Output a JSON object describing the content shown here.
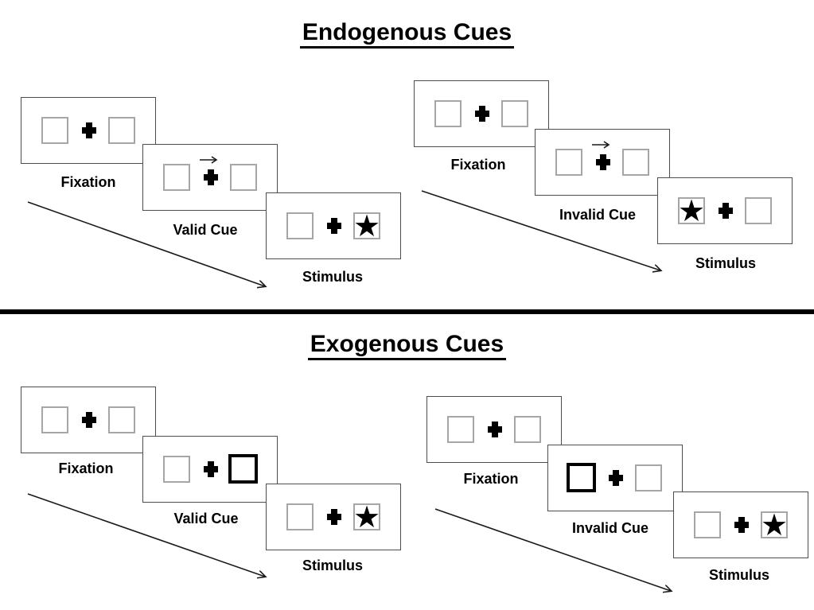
{
  "colors": {
    "background": "#ffffff",
    "ink": "#000000",
    "card_border": "#4d4d4d",
    "placeholder_box_border": "#a6a6a6"
  },
  "icons": {
    "star": "★",
    "cue_arrow": "→",
    "fixation_cross": "+",
    "timeline_arrow": "diagonal-right-down-arrow"
  },
  "sections": [
    {
      "title": "Endogenous Cues",
      "groups": [
        {
          "name": "endogenous-valid",
          "frames": [
            {
              "label": "Fixation",
              "left_box": "empty",
              "center": "fixation-cross",
              "right_box": "empty"
            },
            {
              "label": "Valid Cue",
              "left_box": "empty",
              "center": "fixation-cross-with-right-arrow",
              "right_box": "empty"
            },
            {
              "label": "Stimulus",
              "left_box": "empty",
              "center": "fixation-cross",
              "right_box": "star"
            }
          ]
        },
        {
          "name": "endogenous-invalid",
          "frames": [
            {
              "label": "Fixation",
              "left_box": "empty",
              "center": "fixation-cross",
              "right_box": "empty"
            },
            {
              "label": "Invalid Cue",
              "left_box": "empty",
              "center": "fixation-cross-with-right-arrow",
              "right_box": "empty"
            },
            {
              "label": "Stimulus",
              "left_box": "star",
              "center": "fixation-cross",
              "right_box": "empty"
            }
          ]
        }
      ]
    },
    {
      "title": "Exogenous Cues",
      "groups": [
        {
          "name": "exogenous-valid",
          "frames": [
            {
              "label": "Fixation",
              "left_box": "empty",
              "center": "fixation-cross",
              "right_box": "empty"
            },
            {
              "label": "Valid Cue",
              "left_box": "empty",
              "center": "fixation-cross",
              "right_box": "thick-outline-cue"
            },
            {
              "label": "Stimulus",
              "left_box": "empty",
              "center": "fixation-cross",
              "right_box": "star"
            }
          ]
        },
        {
          "name": "exogenous-invalid",
          "frames": [
            {
              "label": "Fixation",
              "left_box": "empty",
              "center": "fixation-cross",
              "right_box": "empty"
            },
            {
              "label": "Invalid Cue",
              "left_box": "thick-outline-cue",
              "center": "fixation-cross",
              "right_box": "empty"
            },
            {
              "label": "Stimulus",
              "left_box": "empty",
              "center": "fixation-cross",
              "right_box": "star"
            }
          ]
        }
      ]
    }
  ]
}
